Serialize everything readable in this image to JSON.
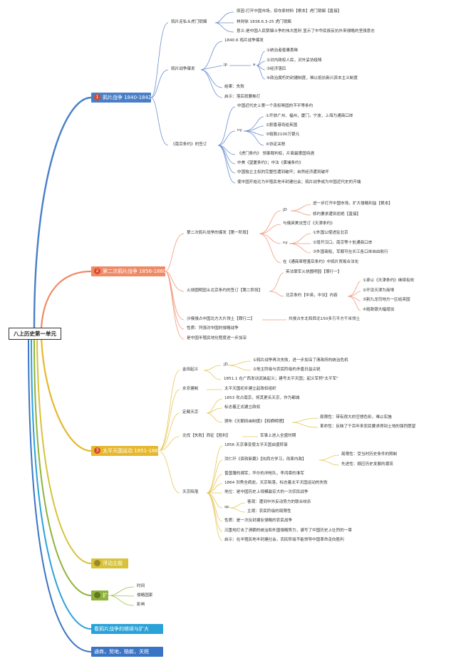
{
  "root": "八上历史第一单元",
  "branches": {
    "b1": {
      "num": "1",
      "title": "鸦片战争 1840-1842",
      "color": "#4a7fc7"
    },
    "b2": {
      "num": "2",
      "title": "第二次鸦片战争 1856-1860",
      "color": "#ef8a66"
    },
    "b3": {
      "num": "3",
      "title": "太平天国运动 1851-1864",
      "color": "#e6b82e"
    },
    "b4": {
      "title": "浮动主题",
      "color": "#d8c23a"
    },
    "b5": {
      "title": "扩大",
      "color": "#8fb33a"
    },
    "b6": {
      "title": "看鸦片战争的继续与扩大",
      "color": "#2aa2d8"
    },
    "b7": {
      "title": "通商，贸地，赔款，关税",
      "color": "#3a74c4"
    }
  },
  "b1": {
    "smuggle": "鸦片走私＆虎门销烟",
    "s1": "原因:打开中国市场，掠夺原材料【根本】虎门销烟【直接】",
    "s2": "林则徐 1838.6.3-25 虎门销烟",
    "s3": "意义:是中国人民禁烟斗争的伟大胜利 显示了中华民族反抗外来侵略的坚强意志",
    "outbreak": "鸦片战争爆发",
    "o1": "1840.6 鸦片战争爆发",
    "jp": "jp",
    "sub_a": "a",
    "r1": "①统治者昏庸愚昧",
    "r2": "②对内政权人民，对外妥协投降",
    "r3": "③经济落后",
    "r4": "④政治腐朽的封建制度，难以抵抗新兴资本主义制度",
    "result": "结果：失败",
    "lesson": "启示：落后就要挨打",
    "treaty": "《南京条约》的签订",
    "t0": "中国近代史上第一个丧权辱国的不平等条约",
    "ny": "ny",
    "t1": "①开放广州、福州，厦门，宁波，上海为通商口岸",
    "t2": "②割香港岛给英国",
    "t3": "③赔款2100万银元",
    "t4": "④协定关税",
    "t5": "《虎门条约》 领事裁判权，片面最惠国待遇",
    "t6": "中美《望厦条约》；中法《黄埔条约》",
    "t7": "中国独立主权的完整性遭到破坏；自然经济遭到破坏",
    "t8": "使中国开始沦为半殖民地半封建社会；鸦片战争成为中国近代史的开端"
  },
  "b2": {
    "stage1": "第二次鸦片战争的爆发【第一阶段】",
    "jd": "jD",
    "c1": "进一步打开中国市场，扩大侵略利益【根本】",
    "c2": "修约要求遭到拒绝【直接】",
    "tj": "与俄英美法签订《天津条约》",
    "ny": "ny",
    "n1": "①外国公使进驻北京",
    "n2": "②增开汉口，南京等十处通商口岸",
    "n3": "③外国商船，军舰可在长江各口岸自由航行",
    "n4": "在《通商章程善后条约》中鸦片贸易合法化",
    "stage2": "火烧圆明园＆北京条约的签订【第二阶段】",
    "yuan": "英法联军火烧圆明园【罪行一】",
    "bj": "北京条约【中英，中法】内容",
    "bj1": "①承认《天津条约》继续有效",
    "bj2": "②开设天津为商埠",
    "bj3": "③割九龙司地方一区给英国",
    "bj4": "④赔款银大幅增加",
    "russia": "沙俄侵占中国北方大片领土【罪行二】",
    "russia_d": "共侵占东北和西北150多万平方千米领土",
    "nature": "性质：列强对中国的侵略战争",
    "deepen": "是中国半殖民地化程度进一步加深"
  },
  "b3": {
    "rise": "金田起义",
    "jd": "jD",
    "r1": "①鸦片战争再次失败，进一步加深了清政府的统治危机",
    "r2": "②地主阶级与农民阶级的矛盾日益尖锐",
    "r3": "1851.1 在广西发动武装起义；建号太平天国；起义军称\"太平军\"",
    "yongan": "永安建制",
    "y1": "太平天国初步建立起政权组织",
    "dingdu": "定都天京",
    "d1": "1853 攻占南京，将其更名天京，作为都城",
    "d2": "标志着正式建立政权",
    "tianchao": "颁布《天朝田亩制度》【鸦栖明理】",
    "tc1": "局限性：带有很大的空想色彩，难以实施",
    "tc2": "革命性：反映了千百年来农民要求得到土地的强烈愿望",
    "beifa": "北伐【失败】西征【胜利】",
    "beifa_d": "军事上进入全盛时期",
    "fall": "天京陷落",
    "f1": "1856 天京事变使太平天国由盛转衰",
    "f2": "洪仁玕《资政新篇》【向西方学习，改革内政】",
    "f2a": "局限性：受当时历史条件的限制",
    "f2b": "先进性：顺应历史发展的潮流",
    "f3": "曾国藩的湘军，华尔的洋枪队，李鸿章的淮军",
    "f4": "1864 洪秀全病逝，天京陷落，标志着太平天国运动的失败",
    "f5": "地位：是中国历史上规模最宏大的一次农民战争",
    "sp": "sp",
    "f6": "客观：遭到中外反动势力的联合绞杀",
    "f7": "主观：农民阶级的局限性",
    "f8": "性质：是一次反封建反侵略的农民战争",
    "f9": "沉重地打击了清朝的统治和外国侵略势力，谱写了中国历史上壮烈的一章",
    "f10": "启示：在半殖民地半封建社会，农民阶级不能领导中国革命走向胜利"
  },
  "b5": {
    "k1": "时间",
    "k2": "侵略国家",
    "k3": "影响"
  }
}
